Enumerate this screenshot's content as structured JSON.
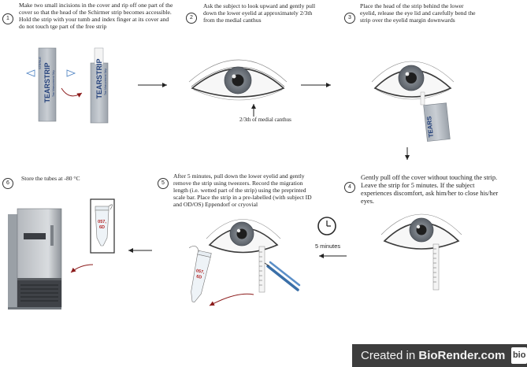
{
  "steps": [
    {
      "number": "1",
      "text": "Make two small incisions in the cover and rip off one part of the cover so that the head of the Schirmer strip becomes accessible. Hold the strip with your tumb and index finger at its cover and do not touch tge part of the free strip"
    },
    {
      "number": "2",
      "text": "Ask the subject to look upward and gently pull down the lower eyelid at approximately 2/3th from the medial canthus"
    },
    {
      "number": "3",
      "text": "Place the head of the strip behind the lower eyelid, release the eye lid and carefully bend the strip over the eyelid margin downwards"
    },
    {
      "number": "4",
      "text": "Gently pull off the cover without touching the strip. Leave the strip for 5 minutes. If the subject experiences discomfort, ask him/her to close his/her eyes."
    },
    {
      "number": "5",
      "text": "After 5 minutes, pull down the lower eyelid and gently remove the strip using tweezers. Record the migration length (i.e. wetted part of the strip) using the preprinted scale bar. Place the strip in a pre-labelled (with subject ID and OD/OS) Eppendorf or cryovial"
    },
    {
      "number": "6",
      "text": "Store the tubes at  -80 °C"
    }
  ],
  "annotations": {
    "canthus_label": "2/3th of medial canthus",
    "timer_label": "5 minutes"
  },
  "strip_labels": {
    "brand": "TEARSTRIP",
    "sterile": "STERILE",
    "subtitle": "Tear Measurement Strip",
    "small": "TEARS"
  },
  "tube_label": "057, 6D",
  "branding": {
    "prefix": "Created in ",
    "name": "BioRender.com",
    "logo": "bio"
  },
  "colors": {
    "strip_cover": "#9aa3ad",
    "strip_text": "#23407a",
    "iris": "#6b7280",
    "arrow": "#222222",
    "curve_arrow": "#8b1a1a",
    "freezer": "#7d8289",
    "tweezers": "#3a6fa8",
    "brand_bar": "#3d3d3d"
  }
}
